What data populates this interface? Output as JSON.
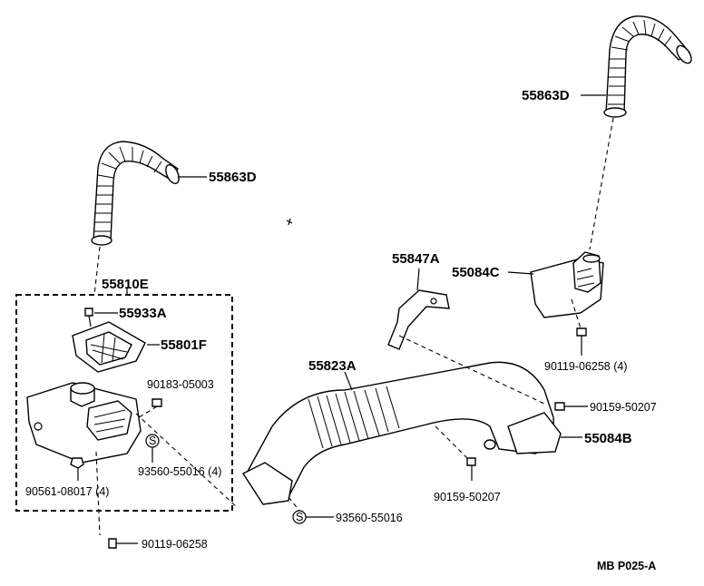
{
  "parts": {
    "hose_top_right": "55863D",
    "hose_left": "55863D",
    "assembly_box": "55810E",
    "screw_55933A": "55933A",
    "grille_55801F": "55801F",
    "bolt_90183": "90183-05003",
    "clip_93560_box": "93560-55016 (4)",
    "nut_90561": "90561-08017 (4)",
    "bolt_90119_left": "90119-06258",
    "duct_55823A": "55823A",
    "bracket_55847A": "55847A",
    "cover_55084C": "55084C",
    "bolt_90119_right": "90119-06258 (4)",
    "screw_90159_right": "90159-50207",
    "duct_end_55084B": "55084B",
    "screw_90159_mid": "90159-50207",
    "clip_93560_bottom": "93560-55016"
  },
  "footer": {
    "code": "MB  P025-A"
  },
  "symbols": {
    "s_mark": "S"
  }
}
